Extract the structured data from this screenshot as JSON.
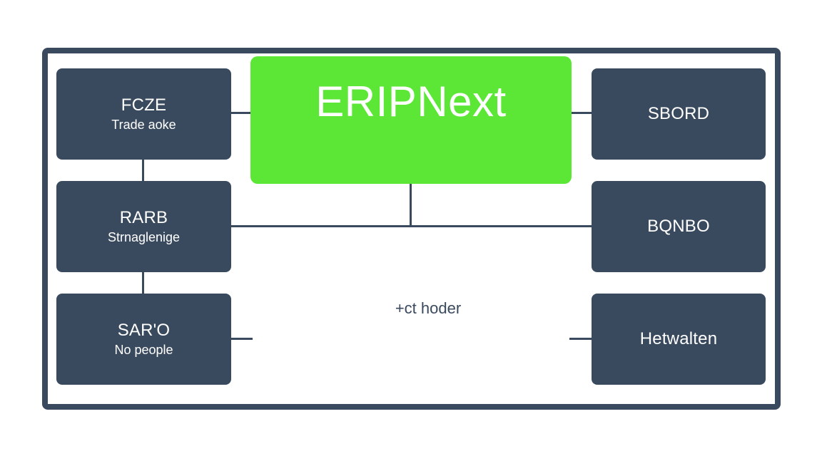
{
  "hub": {
    "title": "ERIPNext"
  },
  "left_nodes": [
    {
      "title": "FCZE",
      "subtitle": "Trade aoke"
    },
    {
      "title": "RARB",
      "subtitle": "Strnaglenige"
    },
    {
      "title": "SAR'O",
      "subtitle": "No people"
    }
  ],
  "right_nodes": [
    {
      "title": "SBORD"
    },
    {
      "title": "BQNBO"
    },
    {
      "title": "Hetwalten"
    }
  ],
  "center_caption": "+ct hoder",
  "colors": {
    "node": "#3a4a5e",
    "hub": "#5ce737",
    "text_on_node": "#ffffff",
    "background": "#ffffff"
  }
}
